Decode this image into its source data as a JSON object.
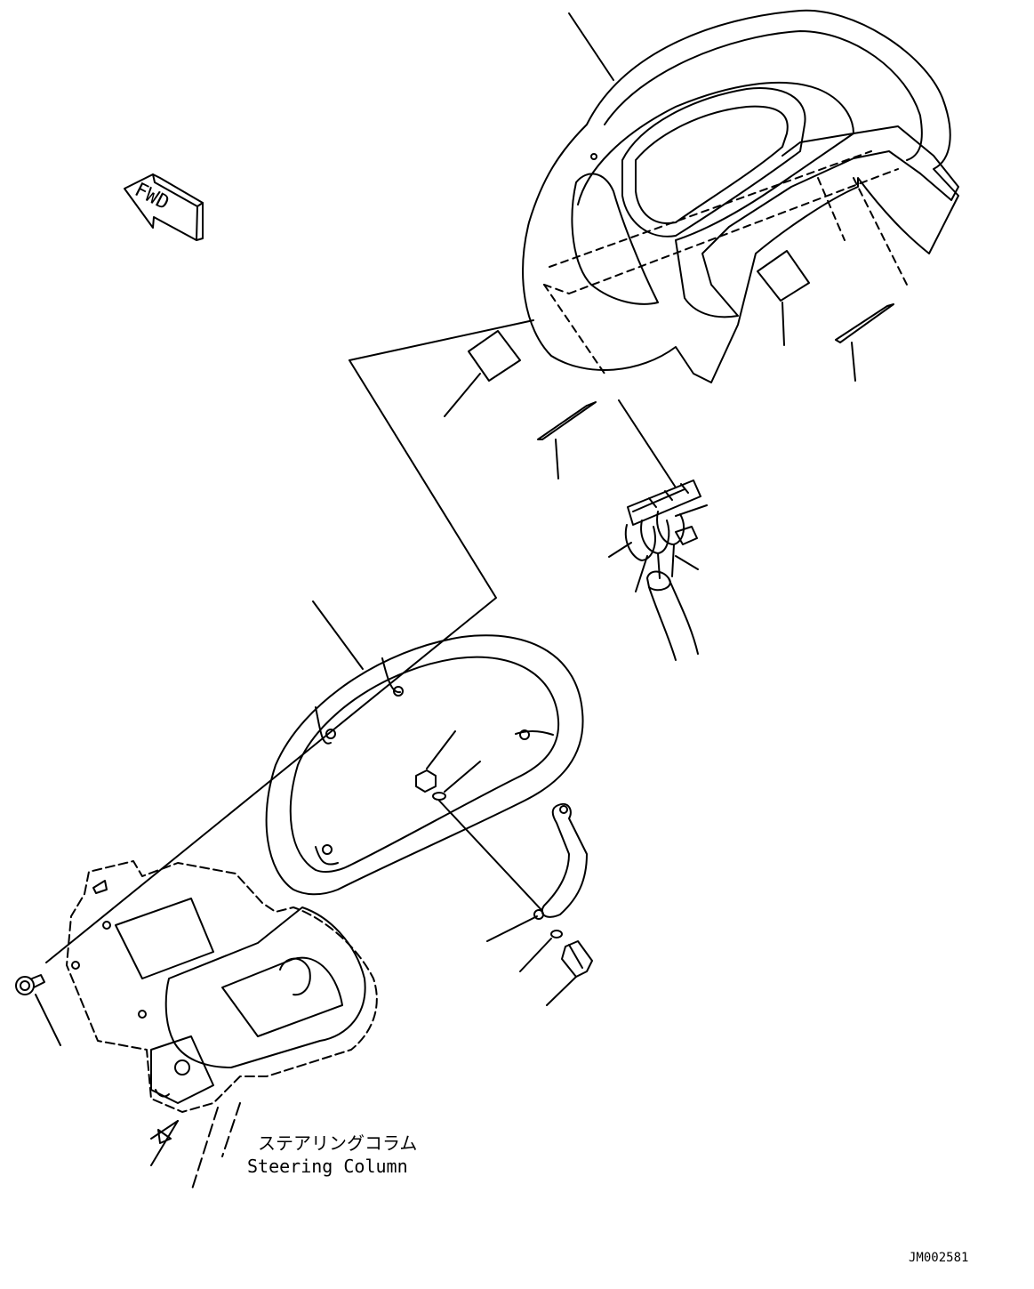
{
  "drawing": {
    "fwd_label": "FWD",
    "steering_column_jp": "ステアリングコラム",
    "steering_column_en": "Steering Column",
    "drawing_number": "JM002581"
  },
  "colors": {
    "line": "#000000",
    "background": "#ffffff"
  }
}
